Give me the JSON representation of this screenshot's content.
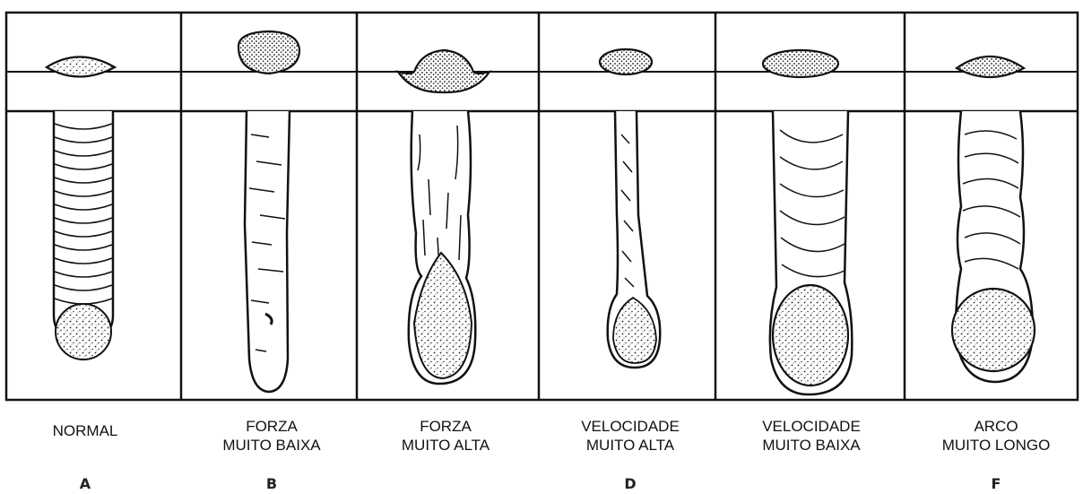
{
  "panels": [
    {
      "id": "A",
      "lines": [
        "NORMAL"
      ],
      "letter": "A"
    },
    {
      "id": "B",
      "lines": [
        "FORZA",
        "MUITO BAIXA"
      ],
      "letter": "B"
    },
    {
      "id": "C",
      "lines": [
        "FORZA",
        "MUITO ALTA"
      ],
      "letter": ""
    },
    {
      "id": "D",
      "lines": [
        "VELOCIDADE",
        "MUITO ALTA"
      ],
      "letter": "D"
    },
    {
      "id": "E",
      "lines": [
        "VELOCIDADE",
        "MUITO BAIXA"
      ],
      "letter": ""
    },
    {
      "id": "F",
      "lines": [
        "ARCO",
        "MUITO LONGO"
      ],
      "letter": "F"
    }
  ],
  "colors": {
    "ink": "#111111",
    "paper": "#ffffff"
  }
}
